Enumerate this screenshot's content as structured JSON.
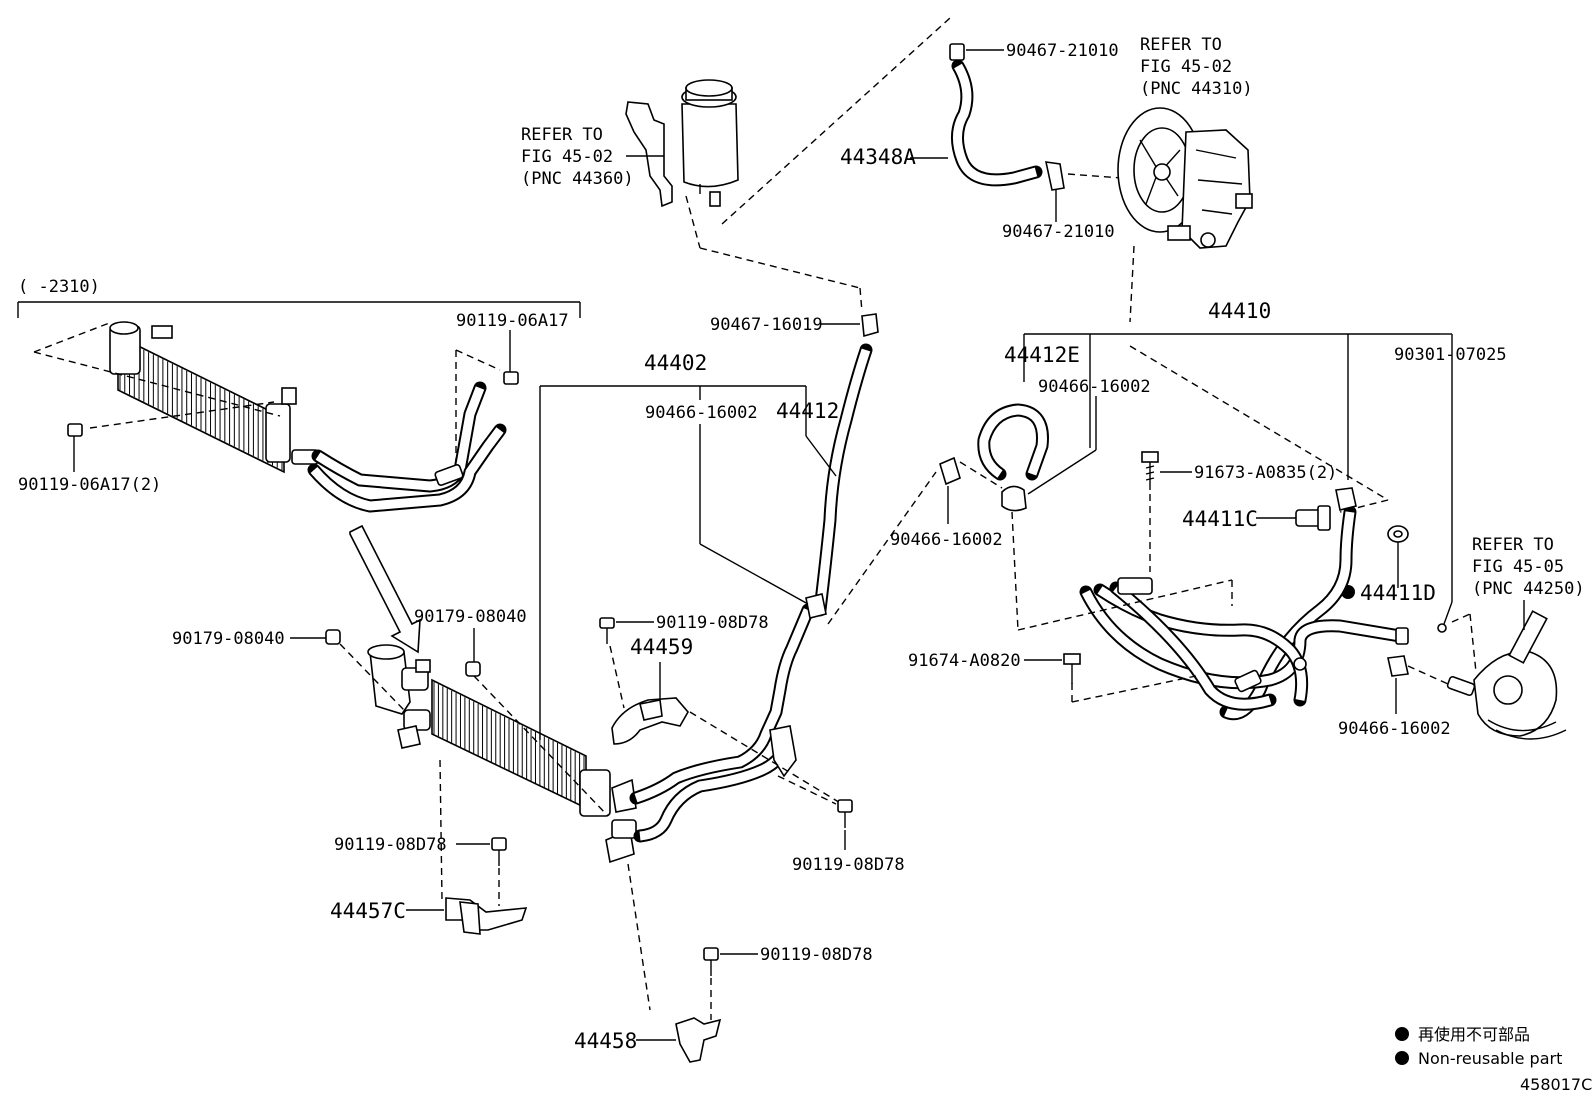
{
  "labels": {
    "refer_reservoir": [
      "REFER TO",
      "FIG 45-02",
      "(PNC 44360)"
    ],
    "refer_pump": [
      "REFER TO",
      "FIG 45-02",
      "(PNC 44310)"
    ],
    "refer_gear": [
      "REFER TO",
      "FIG 45-05",
      "(PNC 44250)"
    ],
    "range_note": "(     -2310)",
    "p_90467_21010_top": "90467-21010",
    "p_44348A": "44348A",
    "p_90467_21010_bottom": "90467-21010",
    "p_90467_16019": "90467-16019",
    "p_44402": "44402",
    "p_90466_16002_a": "90466-16002",
    "p_44412": "44412",
    "p_44410": "44410",
    "p_44412E": "44412E",
    "p_90466_16002_b": "90466-16002",
    "p_90301_07025": "90301-07025",
    "p_91673_A0835": "91673-A0835(2)",
    "p_44411C": "44411C",
    "p_44411D": "44411D",
    "p_90466_16002_c": "90466-16002",
    "p_91674_A0820": "91674-A0820",
    "p_90466_16002_d": "90466-16002",
    "p_90119_06A17": "90119-06A17",
    "p_90119_06A17_2": "90119-06A17(2)",
    "p_90179_08040_a": "90179-08040",
    "p_90179_08040_b": "90179-08040",
    "p_90119_08D78_a": "90119-08D78",
    "p_44459": "44459",
    "p_90119_08D78_b": "90119-08D78",
    "p_90119_08D78_c": "90119-08D78",
    "p_44457C": "44457C",
    "p_90119_08D78_d": "90119-08D78",
    "p_44458": "44458"
  },
  "legend": {
    "item_jp": "再使用不可部品",
    "item_en": "Non-reusable part"
  },
  "figure_id": "458017C"
}
